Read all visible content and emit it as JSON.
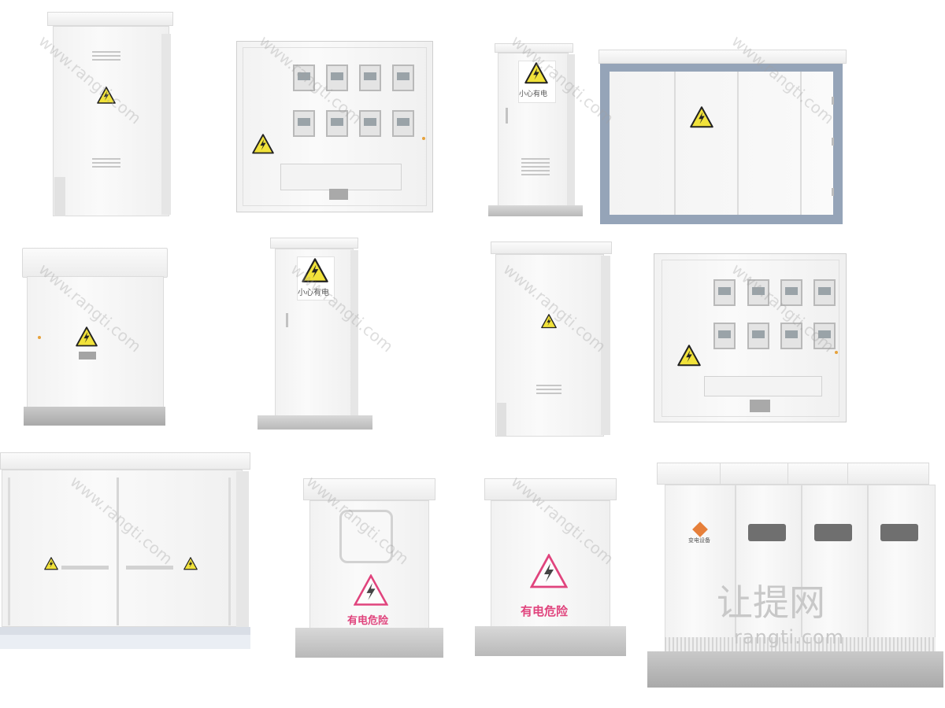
{
  "warning_text_1": "小心有电",
  "warning_text_2": "有电危险",
  "equipment_label": "变电设备",
  "watermark_logo": "让提网",
  "watermark_url": "rangti.com",
  "diagonal_watermark": "www.rangti.com"
}
